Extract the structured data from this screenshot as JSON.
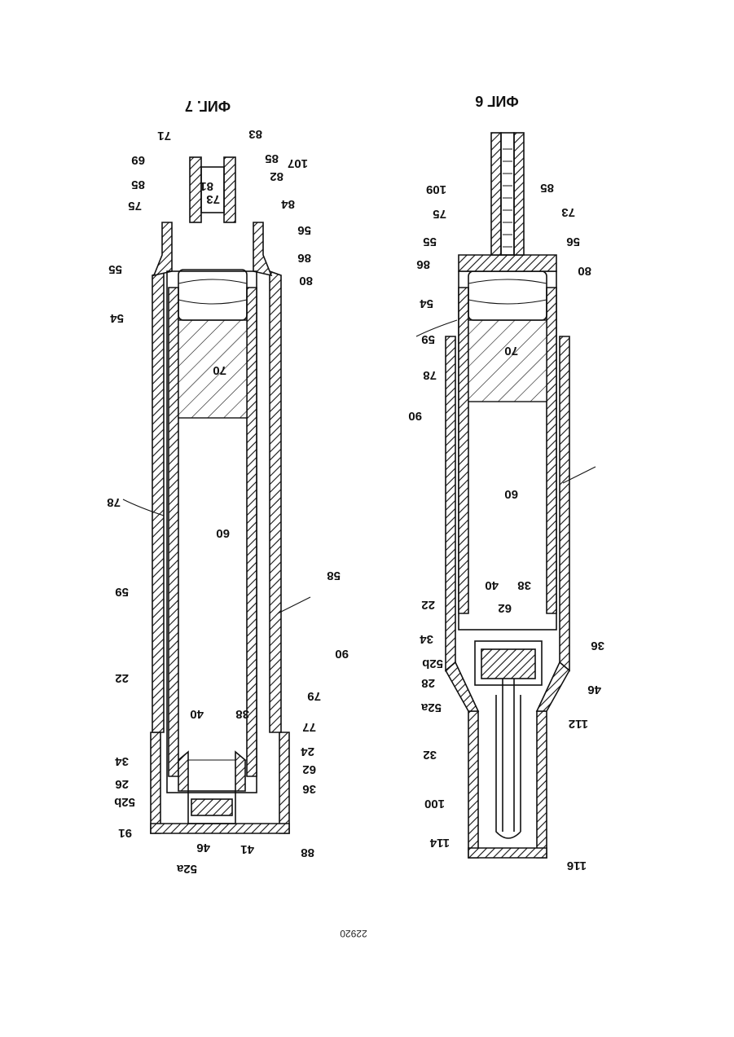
{
  "figures": [
    {
      "title": "ФИГ. 7",
      "labels": [
        "83",
        "71",
        "85",
        "107",
        "69",
        "82",
        "81",
        "73",
        "85",
        "84",
        "75",
        "56",
        "55",
        "86",
        "80",
        "54",
        "70",
        "60",
        "78",
        "58",
        "59",
        "90",
        "22",
        "79",
        "77",
        "40",
        "38",
        "24",
        "34",
        "62",
        "26",
        "36",
        "52b",
        "52a",
        "46",
        "41",
        "88",
        "91"
      ]
    },
    {
      "title": "ФИГ 6",
      "labels": [
        "109",
        "85",
        "75",
        "73",
        "55",
        "56",
        "86",
        "80",
        "54",
        "59",
        "70",
        "78",
        "90",
        "60",
        "22",
        "40",
        "38",
        "62",
        "34",
        "36",
        "52b",
        "28",
        "46",
        "52a",
        "112",
        "32",
        "100",
        "114",
        "116"
      ]
    }
  ],
  "footer_code": "22920"
}
